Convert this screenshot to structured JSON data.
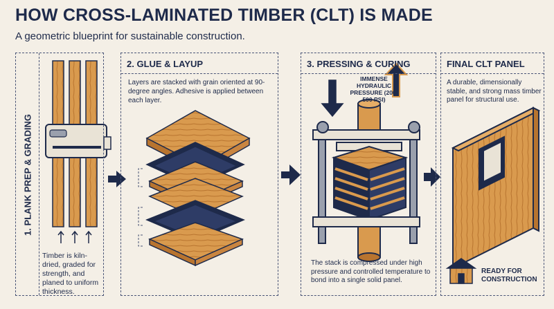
{
  "title": "HOW CROSS-LAMINATED TIMBER (CLT) IS MADE",
  "subtitle": "A geometric blueprint for sustainable construction.",
  "steps": [
    {
      "heading": "1. PLANK PREP & GRADING",
      "caption": "Timber is kiln-dried, graded for strength, and planed to uniform thickness."
    },
    {
      "heading": "2. GLUE & LAYUP",
      "caption": "Layers are stacked with grain oriented at 90-degree angles. Adhesive is applied between each layer."
    },
    {
      "heading": "3. PRESSING & CURING",
      "press_label": "IMMENSE HYDRAULIC PRESSURE (200-500 PSI)",
      "caption": "The stack is compressed under high pressure and controlled temperature to bond into a single solid panel."
    },
    {
      "heading": "FINAL CLT PANEL",
      "caption": "A durable, dimensionally stable, and strong mass timber panel for structural use.",
      "badge": "READY FOR CONSTRUCTION"
    }
  ],
  "colors": {
    "navy": "#1e2a4a",
    "wood": "#d99a4e",
    "wood_dark": "#b8742f",
    "background": "#f4efe6"
  },
  "icons": [
    "planer-machine-icon",
    "flow-arrow-icon",
    "hydraulic-press-icon",
    "house-icon"
  ]
}
